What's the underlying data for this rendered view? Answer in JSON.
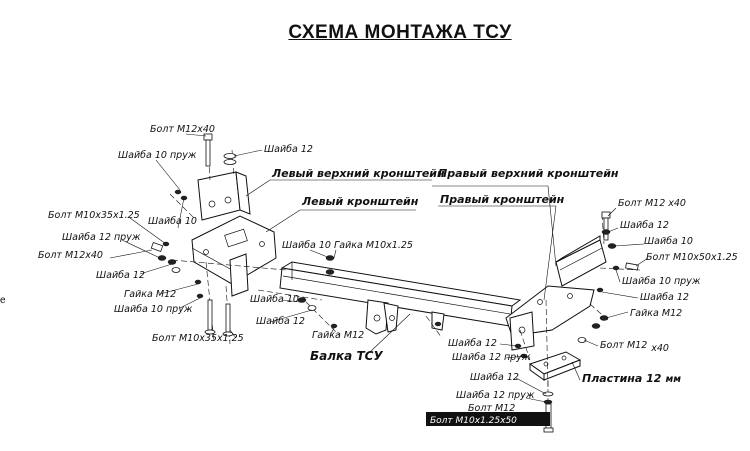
{
  "title": "СХЕМА МОНТАЖА ТСУ",
  "edge_letter": "е",
  "labels": {
    "bolt_m12x40_top": "Болт М12х40",
    "shayba_12_top": "Шайба 12",
    "shayba_10_pruzh_top": "Шайба 10 пруж",
    "left_upper_bracket": "Левый верхний кронштейн",
    "right_upper_bracket": "Правый верхний кронштейн",
    "left_bracket": "Левый кронштейн",
    "right_bracket": "Правый кронштейн",
    "bolt_m10x35_top": "Болт М10х35х1.25",
    "shayba_10_left": "Шайба 10",
    "shayba_12_pruzh_left": "Шайба 12 пруж",
    "bolt_m12x40_left": "Болт М12х40",
    "shayba_12_left": "Шайба 12",
    "gayka_m12_left": "Гайка М12",
    "shayba_10_pruzh_left": "Шайба 10 пруж",
    "bolt_m10x35_bottom": "Болт М10х35х1.25",
    "shayba_10_mid": "Шайба 10",
    "gayka_m10_mid": "Гайка М10х1.25",
    "shayba_10_mid2": "Шайба 10",
    "shayba_12_mid": "Шайба 12",
    "gayka_m12_mid": "Гайка М12",
    "balka_tsu": "Балка ТСУ",
    "bolt_m12x40_right": "Болт М12 х40",
    "shayba_12_right1": "Шайба 12",
    "shayba_10_right": "Шайба 10",
    "bolt_m10x50_right": "Болт М10х50х1.25",
    "shayba_10_pruzh_right": "Шайба 10 пруж",
    "shayba_12_right2": "Шайба 12",
    "gayka_m12_right": "Гайка М12",
    "bolt_m12_right_bottom": "Болт М12",
    "bolt_m12_right_bottom_suffix": "х40",
    "shayba_12_center": "Шайба 12",
    "shayba_12_pruzh_center": "Шайба 12 пруж",
    "plastina_12": "Пластина 12",
    "plastina_12_unit": "мм",
    "shayba_12_low": "Шайба 12",
    "shayba_12_pruzh_low": "Шайба 12 пруж",
    "bolt_m12_low": "Болт М12",
    "bolt_m10_boxed": "Болт М10х1.25х50"
  }
}
